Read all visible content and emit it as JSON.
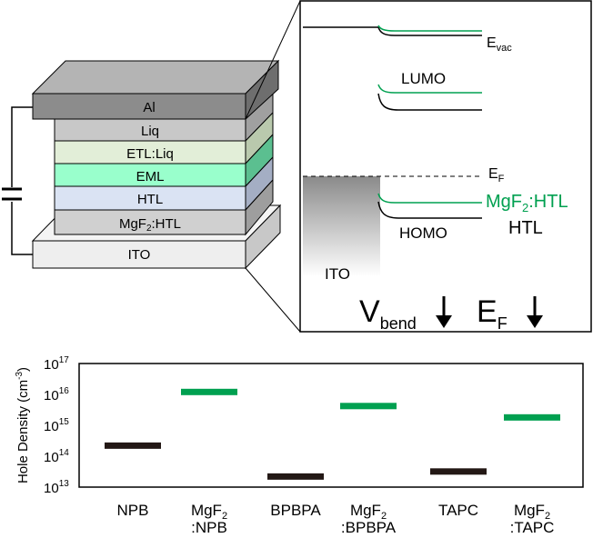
{
  "device_stack": {
    "layers": [
      {
        "label": "Al",
        "color": "#8c8c8c"
      },
      {
        "label": "Liq",
        "color": "#c8c8c8"
      },
      {
        "label": "ETL:Liq",
        "color": "#e2eed8"
      },
      {
        "label": "EML",
        "color": "#99ffcc"
      },
      {
        "label": "HTL",
        "color": "#dae3f3"
      },
      {
        "label": "MgF2:HTL",
        "label_main": "MgF",
        "label_sub": "2",
        "label_rest": ":HTL",
        "color": "#d0d0d0"
      },
      {
        "label": "ITO",
        "color": "#eeeeee"
      }
    ]
  },
  "band_diagram": {
    "evac_main": "E",
    "evac_sub": "vac",
    "lumo": "LUMO",
    "ef_main": "E",
    "ef_sub": "F",
    "mgf2htl_main": "MgF",
    "mgf2htl_sub": "2",
    "mgf2htl_rest": ":HTL",
    "htl": "HTL",
    "homo": "HOMO",
    "ito": "ITO",
    "vbend_main": "V",
    "vbend_sub": "bend",
    "ef2_main": "E",
    "ef2_sub": "F",
    "green": "#00a050"
  },
  "chart_data": {
    "type": "bar",
    "ylabel_main": "Hole Density (cm",
    "ylabel_sup": "-3",
    "ylabel_end": ")",
    "yscale": "log",
    "ylim": [
      10000000000000.0,
      1e+17
    ],
    "yticks": [
      {
        "base": "10",
        "exp": "13",
        "value": 10000000000000.0
      },
      {
        "base": "10",
        "exp": "14",
        "value": 100000000000000.0
      },
      {
        "base": "10",
        "exp": "15",
        "value": 1000000000000000.0
      },
      {
        "base": "10",
        "exp": "16",
        "value": 1e+16
      },
      {
        "base": "10",
        "exp": "17",
        "value": 1e+17
      }
    ],
    "categories": [
      {
        "line1": "NPB",
        "line2": "",
        "sub": "",
        "value": 220000000000000.0,
        "color": "#231815"
      },
      {
        "line1": "MgF",
        "sub": "2",
        "line2": ":NPB",
        "value": 1.2e+16,
        "color": "#00a050"
      },
      {
        "line1": "BPBPA",
        "line2": "",
        "sub": "",
        "value": 22000000000000.0,
        "color": "#231815"
      },
      {
        "line1": "MgF",
        "sub": "2",
        "line2": ":BPBPA",
        "value": 4200000000000000.0,
        "color": "#00a050"
      },
      {
        "line1": "TAPC",
        "line2": "",
        "sub": "",
        "value": 32000000000000.0,
        "color": "#231815"
      },
      {
        "line1": "MgF",
        "sub": "2",
        "line2": ":TAPC",
        "value": 1800000000000000.0,
        "color": "#00a050"
      }
    ]
  }
}
